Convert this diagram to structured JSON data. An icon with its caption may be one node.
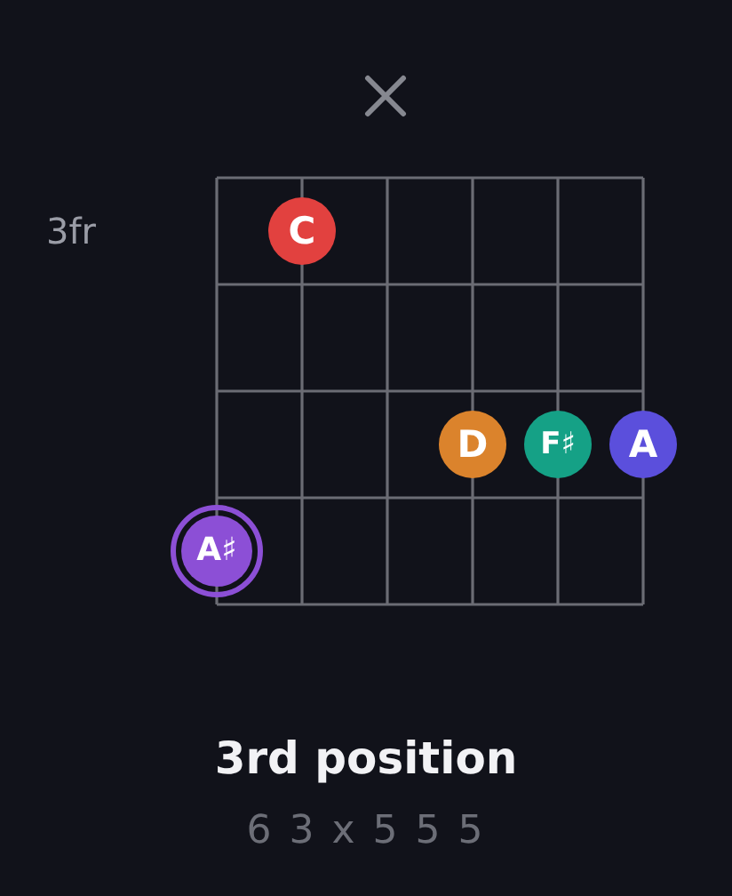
{
  "diagram": {
    "title": "3rd position",
    "nodes": [
      {
        "text": [
          "C"
        ]
      },
      {
        "text": [
          "D"
        ]
      },
      {
        "text": [
          "F♯"
        ]
      },
      {
        "text": [
          "A"
        ]
      },
      {
        "text": [
          "A♯"
        ]
      }
    ],
    "labels": [
      "3fr",
      "6 3 x 5 5 5"
    ]
  }
}
